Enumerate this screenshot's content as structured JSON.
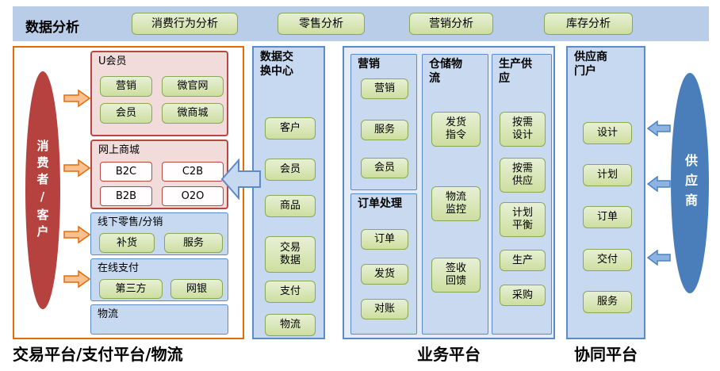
{
  "colors": {
    "top_bar_bg": "#b9cde8",
    "green_node_bg": "#cede9f",
    "green_node_border": "#89a954",
    "pink_box_bg": "#f2dcdb",
    "red_border": "#b84743",
    "blue_box_bg": "#c7d9f0",
    "blue_border": "#5b8bc9",
    "orange_border": "#e36c0a",
    "orange_arrow_fill": "#fac090",
    "consumer_ellipse": "#b5423f",
    "supplier_ellipse": "#4a7ebb"
  },
  "top_bar": {
    "title": "数据分析",
    "buttons": [
      "消费行为分析",
      "零售分析",
      "营销分析",
      "库存分析"
    ]
  },
  "trading_platform": {
    "label": "交易平台/支付平台/物流",
    "consumer": "消费者/客户",
    "u_member": {
      "title": "U会员",
      "items": [
        "营销",
        "微官网",
        "会员",
        "微商城"
      ]
    },
    "online_mall": {
      "title": "网上商城",
      "items": [
        "B2C",
        "C2B",
        "B2B",
        "O2O"
      ]
    },
    "offline_retail": {
      "title": "线下零售/分销",
      "items": [
        "补货",
        "服务"
      ]
    },
    "online_payment": {
      "title": "在线支付",
      "items": [
        "第三方",
        "网银"
      ]
    },
    "logistics_title": "物流"
  },
  "data_exchange": {
    "title": "数据交\n换中心",
    "items": [
      "客户",
      "会员",
      "商品",
      "交易\n数据",
      "支付",
      "物流"
    ]
  },
  "business_platform": {
    "label": "业务平台",
    "marketing": {
      "title": "营销",
      "items": [
        "营销",
        "服务",
        "会员"
      ]
    },
    "order_processing": {
      "title": "订单处理",
      "items": [
        "订单",
        "发货",
        "对账"
      ]
    },
    "warehouse_logistics": {
      "title": "仓储物\n流",
      "items": [
        "发货\n指令",
        "物流\n监控",
        "签收\n回馈"
      ]
    },
    "production_supply": {
      "title": "生产供\n应",
      "items": [
        "按需\n设计",
        "按需\n供应",
        "计划\n平衡",
        "生产",
        "采购"
      ]
    }
  },
  "collaboration_platform": {
    "label": "协同平台",
    "supplier_portal": {
      "title": "供应商\n门户",
      "items": [
        "设计",
        "计划",
        "订单",
        "交付",
        "服务"
      ]
    },
    "supplier": "供应商"
  }
}
